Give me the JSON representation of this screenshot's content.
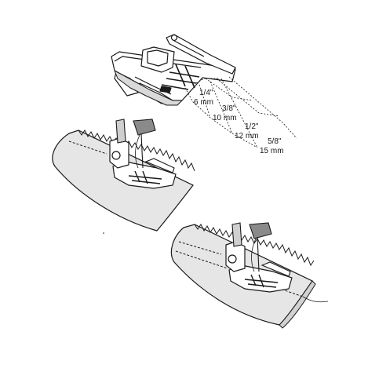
{
  "guide_labels": [
    {
      "imperial": "1/4\"",
      "metric": "6 mm"
    },
    {
      "imperial": "3/8\"",
      "metric": "10 mm"
    },
    {
      "imperial": "1/2\"",
      "metric": "12 mm"
    },
    {
      "imperial": "5/8\"",
      "metric": "15 mm"
    }
  ],
  "colors": {
    "fabric_fill": "#e6e6e6",
    "fabric_underside": "#d2d2d2",
    "line": "#1a1a1a",
    "foot_fill": "#ffffff",
    "shank_fill": "#cfcfcf",
    "needle_bar": "#8a8a8a"
  }
}
